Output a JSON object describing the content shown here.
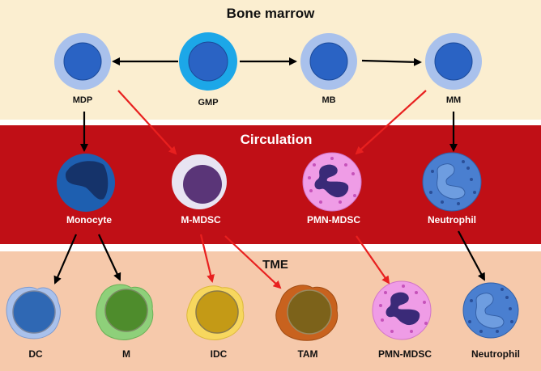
{
  "regions": {
    "bone_marrow": "Bone marrow",
    "circulation": "Circulation",
    "tme": "TME"
  },
  "cells": {
    "mdp": "MDP",
    "gmp": "GMP",
    "mb": "MB",
    "mm": "MM",
    "monocyte": "Monocyte",
    "m_mdsc": "M-MDSC",
    "pmn_mdsc": "PMN-MDSC",
    "neutrophil": "Neutrophil",
    "dc": "DC",
    "m": "M",
    "idc": "IDC",
    "tam": "TAM",
    "pmn_mdsc_tme": "PMN-MDSC",
    "neutrophil_tme": "Neutrophil"
  },
  "colors": {
    "bone_marrow_bg": "#fbeed0",
    "circulation_bg": "#c00f16",
    "tme_bg": "#f6c9ab",
    "black_arrow": "#000000",
    "red_arrow": "#e8201f"
  }
}
